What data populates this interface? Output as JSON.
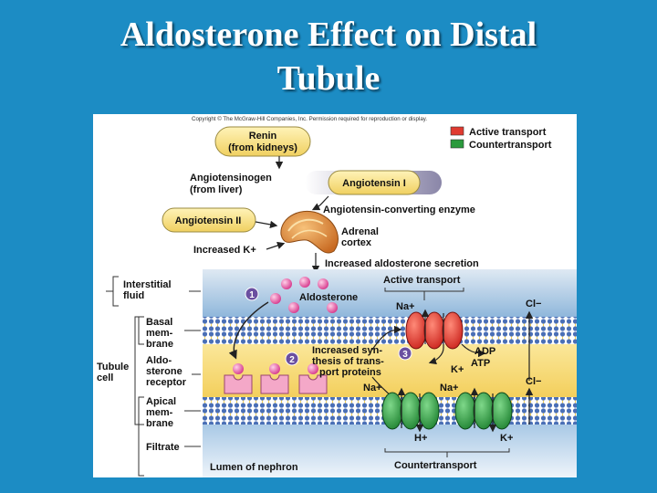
{
  "slide": {
    "title_line1": "Aldosterone Effect on Distal",
    "title_line2": "Tubule"
  },
  "figure": {
    "copyright": "Copyright © The McGraw-Hill Companies, Inc. Permission required for reproduction or display.",
    "legend": {
      "active": "Active transport",
      "counter": "Countertransport",
      "active_color": "#e03a30",
      "counter_color": "#2a9a3c"
    },
    "cascade": {
      "renin_line1": "Renin",
      "renin_line2": "(from kidneys)",
      "angiotensinogen_line1": "Angiotensinogen",
      "angiotensinogen_line2": "(from liver)",
      "angiotensin1": "Angiotensin I",
      "ace": "Angiotensin-converting enzyme",
      "angiotensin2": "Angiotensin II",
      "adrenal_line1": "Adrenal",
      "adrenal_line2": "cortex",
      "increased_k": "Increased K+",
      "increased_secretion": "Increased aldosterone secretion"
    },
    "left_labels": {
      "interstitial_line1": "Interstitial",
      "interstitial_line2": "fluid",
      "basal_line1": "Basal",
      "basal_line2": "mem-",
      "basal_line3": "brane",
      "tubule_line1": "Tubule",
      "tubule_line2": "cell",
      "receptor_line1": "Aldo-",
      "receptor_line2": "sterone",
      "receptor_line3": "receptor",
      "apical_line1": "Apical",
      "apical_line2": "mem-",
      "apical_line3": "brane",
      "filtrate": "Filtrate"
    },
    "steps": {
      "step1": "1",
      "step2": "2",
      "step3": "3"
    },
    "body_labels": {
      "active_transport": "Active transport",
      "aldosterone": "Aldosterone",
      "synthesis_line1": "Increased syn-",
      "synthesis_line2": "thesis of trans-",
      "synthesis_line3": "port proteins",
      "na_top": "Na+",
      "cl_top": "Cl−",
      "adp": "ADP",
      "atp": "ATP",
      "k_mid": "K+",
      "cl_mid": "Cl−",
      "na_left": "Na+",
      "na_right": "Na+",
      "h_bottom": "H+",
      "k_bottom": "K+",
      "lumen": "Lumen of nephron",
      "countertransport": "Countertransport"
    }
  }
}
